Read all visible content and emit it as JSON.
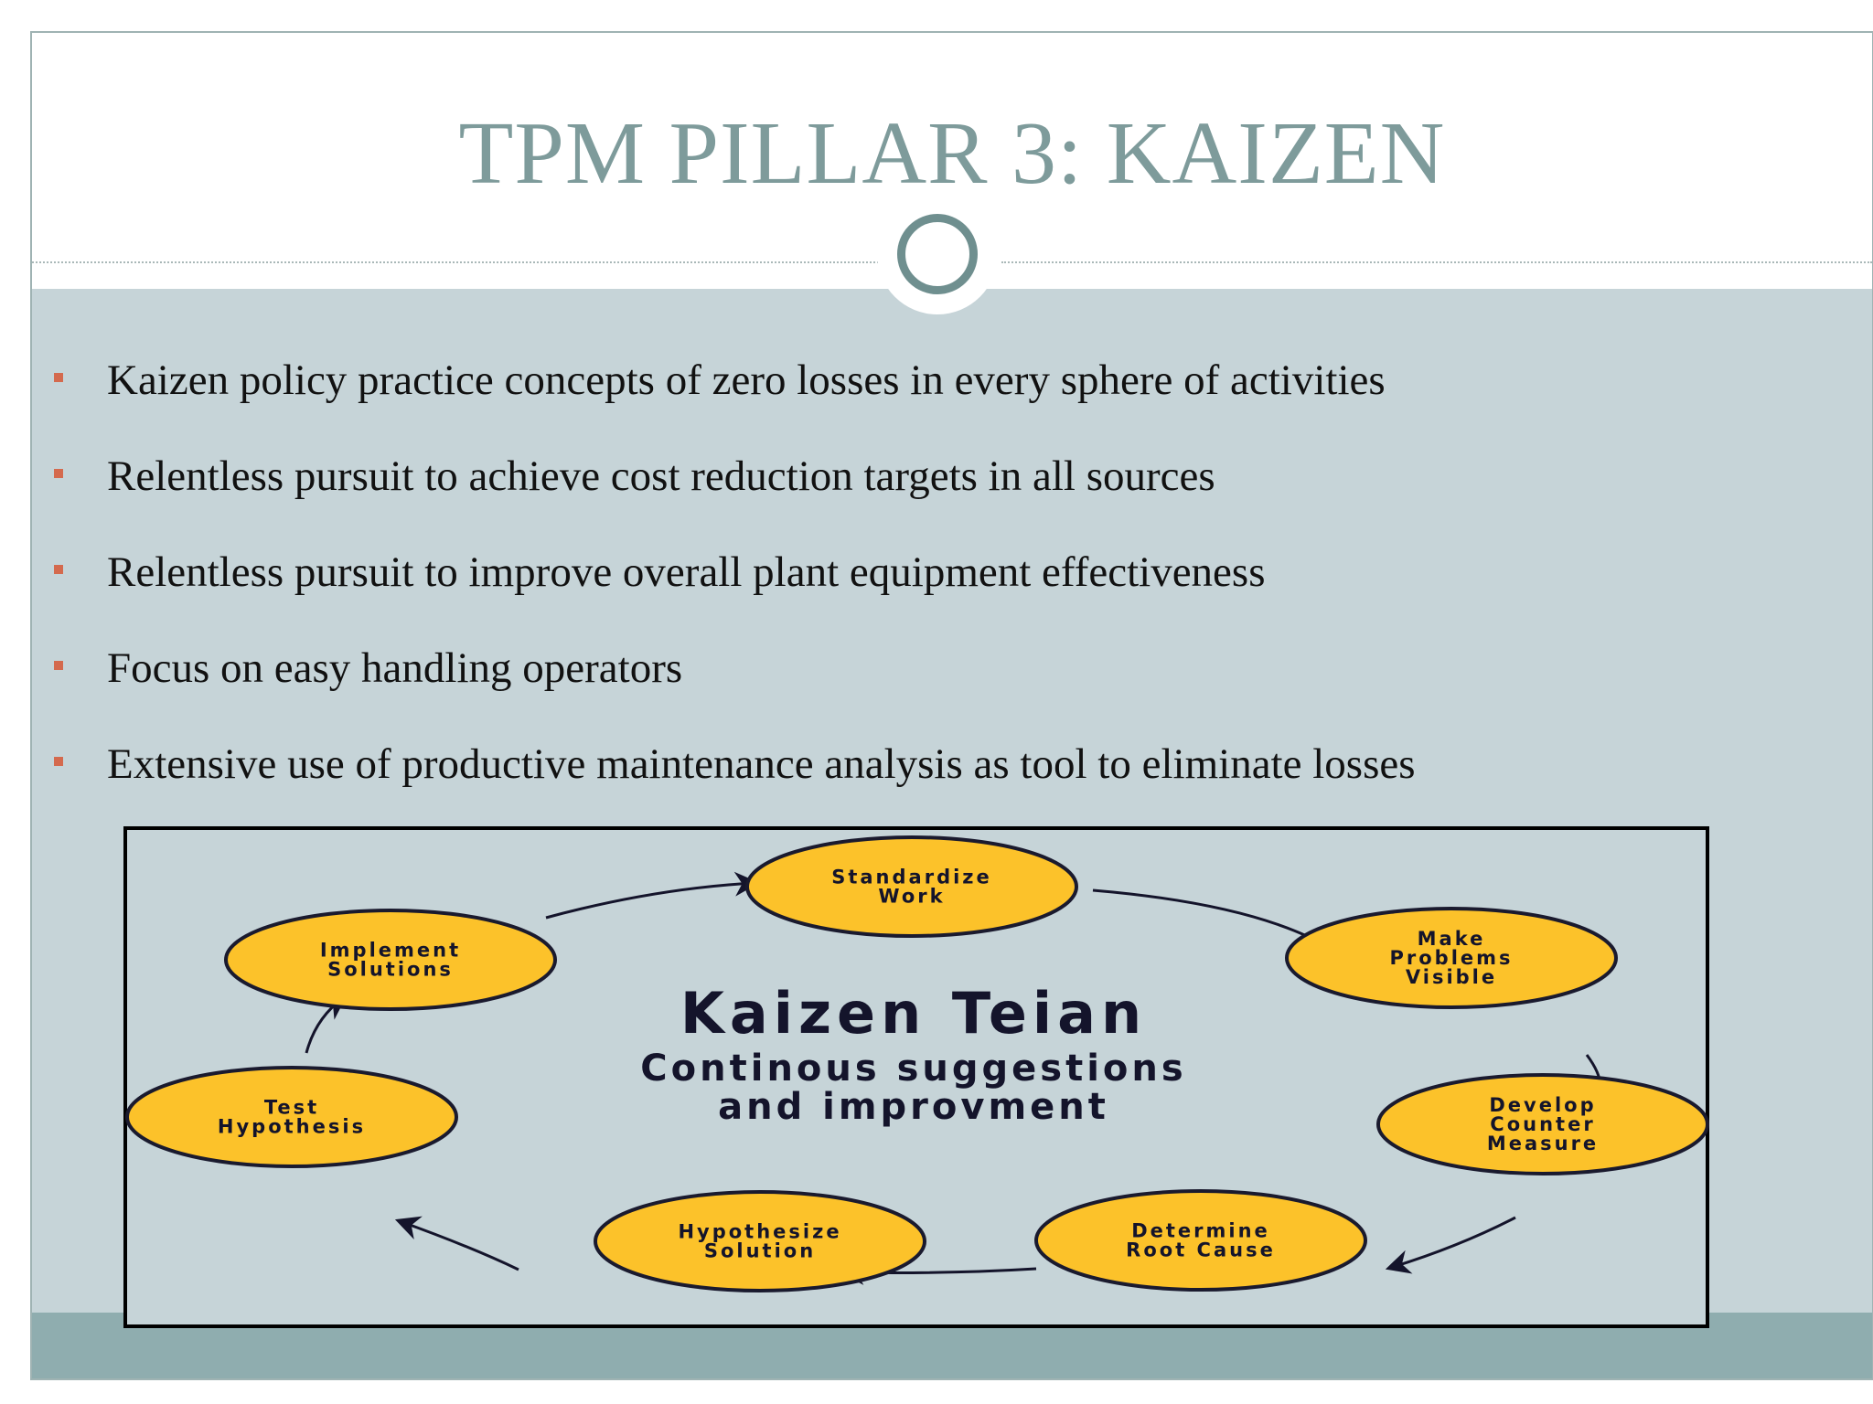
{
  "title": "TPM PILLAR 3: KAIZEN",
  "bullets": [
    "Kaizen policy practice concepts of zero losses in every sphere of  activities",
    "Relentless pursuit to achieve cost reduction targets in all sources",
    "Relentless pursuit to improve overall plant equipment effectiveness",
    "Focus on easy handling operators",
    "Extensive use of productive maintenance analysis as tool to eliminate losses"
  ],
  "diagram": {
    "center_title": "Kaizen Teian",
    "center_subtitle_lines": [
      "Continous suggestions",
      "and improvment"
    ],
    "steps": [
      {
        "lines": [
          "Standardize",
          "Work"
        ]
      },
      {
        "lines": [
          "Make",
          "Problems",
          "Visible"
        ]
      },
      {
        "lines": [
          "Develop",
          "Counter",
          "Measure"
        ]
      },
      {
        "lines": [
          "Determine",
          "Root Cause"
        ]
      },
      {
        "lines": [
          "Hypothesize",
          "Solution"
        ]
      },
      {
        "lines": [
          "Test",
          "Hypothesis"
        ]
      },
      {
        "lines": [
          "Implement",
          "Solutions"
        ]
      }
    ],
    "colors": {
      "ellipse_fill": "#fcc22a",
      "ellipse_stroke": "#1a1a2e",
      "text": "#14142b",
      "arrow": "#14142b",
      "frame": "#000000"
    }
  },
  "colors": {
    "title": "#7e9b9b",
    "content_bg": "#c6d4d8",
    "footer_band": "#8fadaf",
    "bullet_mark": "#d46a4e"
  }
}
